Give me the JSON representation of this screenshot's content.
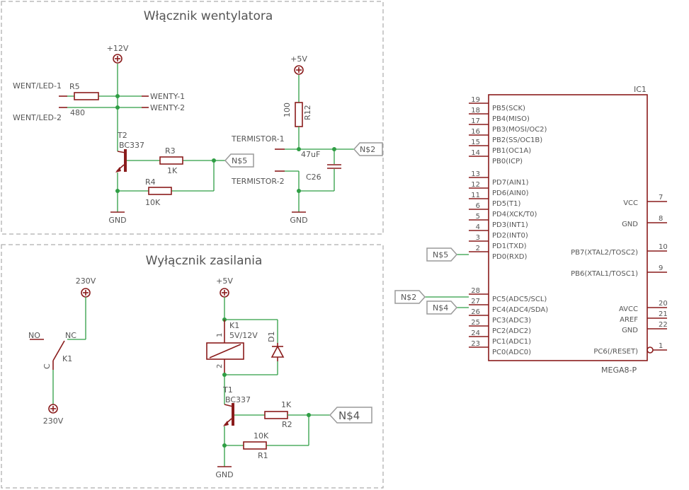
{
  "sections": {
    "fan_title": "Włącznik wentylatora",
    "power_title": "Wyłącznik zasilania"
  },
  "fan": {
    "supply": "+12V",
    "in1": "WENT/LED-1",
    "in2": "WENT/LED-2",
    "out1": "WENTY-1",
    "out2": "WENTY-2",
    "r5_name": "R5",
    "r5_value": "480",
    "t2_name": "T2",
    "t2_value": "BC337",
    "r3_name": "R3",
    "r3_value": "1K",
    "r4_name": "R4",
    "r4_value": "10K",
    "gnd": "GND",
    "net": "N$5"
  },
  "thermistor": {
    "supply": "+5V",
    "r12_value": "100",
    "r12_name": "R12",
    "t1": "TERMISTOR-1",
    "t2": "TERMISTOR-2",
    "c26_value": "47uF",
    "c26_name": "C26",
    "gnd": "GND",
    "net": "N$2"
  },
  "power": {
    "mains_top": "230V",
    "mains_bottom": "230V",
    "no": "NO",
    "nc": "NC",
    "c": "C",
    "k1": "K1",
    "supply": "+5V",
    "relay_name": "K1",
    "relay_value": "5V/12V",
    "pin1": "1",
    "pin2": "2",
    "d1_name": "D1",
    "t1_name": "T1",
    "t1_value": "BC337",
    "r2_value": "1K",
    "r2_name": "R2",
    "r1_value": "10K",
    "r1_name": "R1",
    "gnd": "GND",
    "net": "N$4"
  },
  "ic": {
    "name": "IC1",
    "part": "MEGA8-P",
    "left_pins": [
      {
        "num": "19",
        "label": "PB5(SCK)"
      },
      {
        "num": "18",
        "label": "PB4(MISO)"
      },
      {
        "num": "17",
        "label": "PB3(MOSI/OC2)"
      },
      {
        "num": "16",
        "label": "PB2(SS/OC1B)"
      },
      {
        "num": "15",
        "label": "PB1(OC1A)"
      },
      {
        "num": "14",
        "label": "PB0(ICP)"
      },
      {
        "num": "13",
        "label": "PD7(AIN1)"
      },
      {
        "num": "12",
        "label": "PD6(AIN0)"
      },
      {
        "num": "11",
        "label": "PD5(T1)"
      },
      {
        "num": "6",
        "label": "PD4(XCK/T0)"
      },
      {
        "num": "5",
        "label": "PD3(INT1)"
      },
      {
        "num": "4",
        "label": "PD2(INT0)"
      },
      {
        "num": "3",
        "label": "PD1(TXD)"
      },
      {
        "num": "2",
        "label": "PD0(RXD)"
      },
      {
        "num": "28",
        "label": "PC5(ADC5/SCL)"
      },
      {
        "num": "27",
        "label": "PC4(ADC4/SDA)"
      },
      {
        "num": "26",
        "label": "PC3(ADC3)"
      },
      {
        "num": "25",
        "label": "PC2(ADC2)"
      },
      {
        "num": "24",
        "label": "PC1(ADC1)"
      },
      {
        "num": "23",
        "label": "PC0(ADC0)"
      }
    ],
    "right_pins": [
      {
        "num": "7",
        "label": "VCC"
      },
      {
        "num": "8",
        "label": "GND"
      },
      {
        "num": "10",
        "label": "PB7(XTAL2/TOSC2)"
      },
      {
        "num": "9",
        "label": "PB6(XTAL1/TOSC1)"
      },
      {
        "num": "20",
        "label": "AVCC"
      },
      {
        "num": "21",
        "label": "AREF"
      },
      {
        "num": "22",
        "label": "GND"
      },
      {
        "num": "1",
        "label": "PC6(/RESET)"
      }
    ],
    "nets": {
      "pd0": "N$5",
      "pc5": "N$2",
      "pc4": "N$4"
    }
  }
}
